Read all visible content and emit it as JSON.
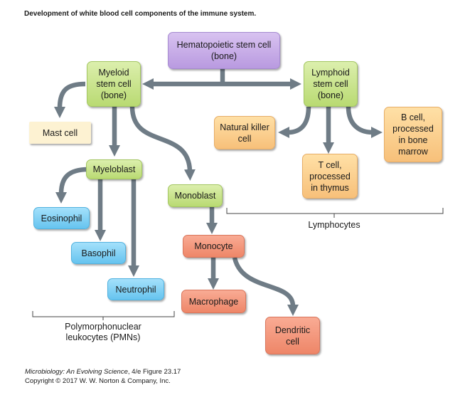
{
  "title": "Development of white blood cell components of the immune system.",
  "cells": {
    "hsc": "Hematopoietic stem cell\n(bone)",
    "myeloid": "Myeloid\nstem cell\n(bone)",
    "lymphoid": "Lymphoid\nstem cell\n(bone)",
    "mast": "Mast cell",
    "nk": "Natural killer\ncell",
    "t_cell": "T cell,\nprocessed\nin thymus",
    "b_cell": "B cell,\nprocessed\nin bone\nmarrow",
    "myeloblast": "Myeloblast",
    "monoblast": "Monoblast",
    "eosinophil": "Eosinophil",
    "basophil": "Basophil",
    "neutrophil": "Neutrophil",
    "monocyte": "Monocyte",
    "macrophage": "Macrophage",
    "dendritic": "Dendritic\ncell"
  },
  "groups": {
    "lymphocytes": "Lymphocytes",
    "pmns": "Polymorphonuclear\nleukocytes (PMNs)"
  },
  "credit": {
    "book": "Microbiology: An Evolving Science",
    "edition_figure": ", 4/e  Figure 23.17",
    "copyright": "Copyright © 2017 W. W. Norton & Company, Inc."
  },
  "colors": {
    "arrow": "#6f7c86",
    "stem_purple": "#c7aee8",
    "stem_green": "#c9e38a",
    "lymphoid_orange": "#fcd08e",
    "granulocyte_blue": "#7fd0f5",
    "monocyte_salmon": "#f4967a",
    "mast_cream": "#fdf2d2"
  }
}
